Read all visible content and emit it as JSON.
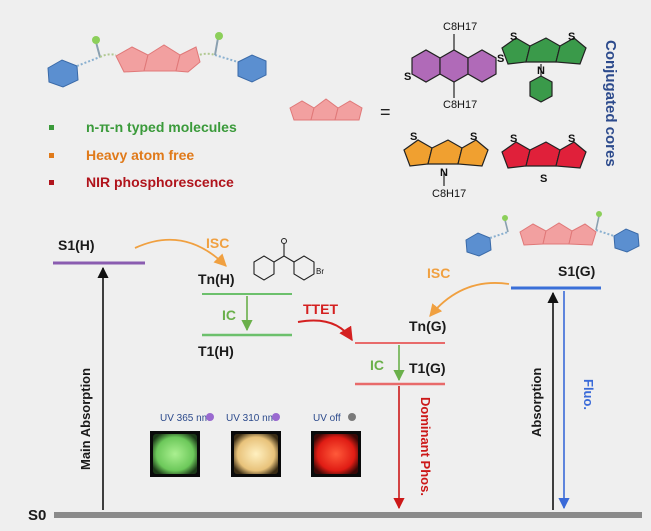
{
  "bullets": [
    {
      "text": "n-π-n typed molecules",
      "color": "#3a9a3a"
    },
    {
      "text": "Heavy atom free",
      "color": "#e07a1a"
    },
    {
      "text": "NIR phosphorescence",
      "color": "#b0141c"
    }
  ],
  "equals_sign": "=",
  "conjugated_cores_label": "Conjugated cores",
  "core_substituents": {
    "purple_top": "C8H17",
    "purple_bottom": "C8H17",
    "orange_bottom": "C8H17"
  },
  "atoms": {
    "sulfur": "S",
    "nitrogen": "N",
    "bromine": "Br"
  },
  "levels": {
    "s1_h": "S1(H)",
    "tn_h": "Tn(H)",
    "t1_h": "T1(H)",
    "tn_g": "Tn(G)",
    "t1_g": "T1(G)",
    "s1_g": "S1(G)",
    "s0": "S0"
  },
  "processes": {
    "isc_left": "ISC",
    "isc_right": "ISC",
    "ic_left": "IC",
    "ic_right": "IC",
    "ttet": "TTET",
    "main_absorption": "Main Absorption",
    "dominant_phos": "Dominant Phos.",
    "absorption": "Absorption",
    "fluo": "Fluo."
  },
  "samples": [
    {
      "label": "UV 365 nm",
      "color": "#7cd86a"
    },
    {
      "label": "UV 310 nm",
      "color": "#f2d08c"
    },
    {
      "label": "UV off",
      "color": "#e8201a"
    }
  ],
  "colors": {
    "s1_level": "#8a5cb0",
    "triplet_h": "#6cc06c",
    "triplet_g": "#e86a6a",
    "s1_g_level": "#3a6fd8",
    "isc": "#f0a040",
    "ic": "#6ab04a",
    "ttet": "#d42020",
    "phos": "#cc1818",
    "fluo": "#3a6ad8",
    "cores_label": "#2c4a8c"
  }
}
